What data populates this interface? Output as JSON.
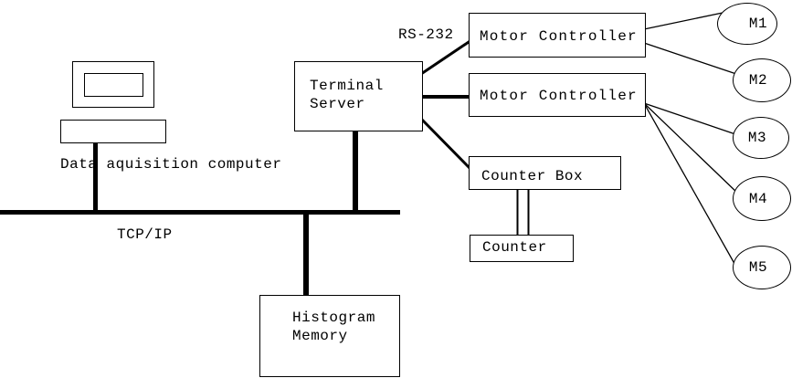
{
  "diagram": {
    "computer_label": "Data aquisition computer",
    "bus_label": "TCP/IP",
    "serial_label": "RS-232",
    "terminal_server": {
      "line1": "Terminal",
      "line2": "Server"
    },
    "motor_controller_top": "Motor Controller",
    "motor_controller_bottom": "Motor Controller",
    "counter_box": "Counter Box",
    "counter": "Counter",
    "histogram_memory": {
      "line1": "Histogram",
      "line2": "Memory"
    },
    "motors": [
      "M1",
      "M2",
      "M3",
      "M4",
      "M5"
    ],
    "colors": {
      "line": "#000000",
      "background": "#ffffff"
    }
  }
}
